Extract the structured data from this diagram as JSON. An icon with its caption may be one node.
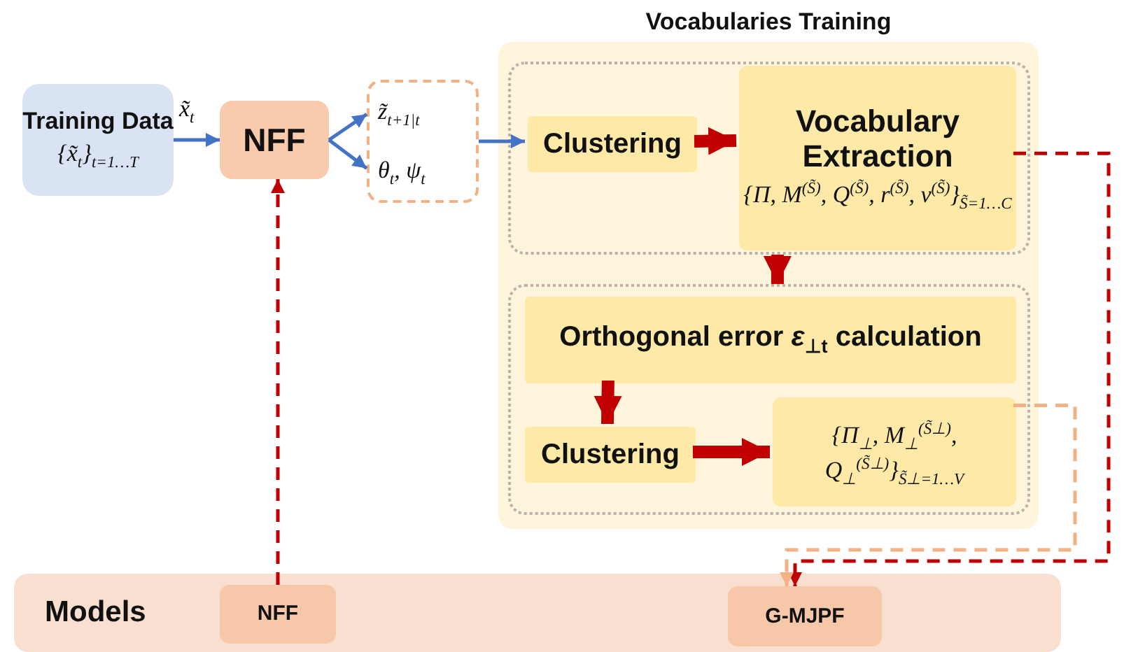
{
  "diagram": {
    "nodes": [
      {
        "text": [
          "Training Data",
          "{x̃$_{t}$}$_{t=1…T}$"
        ]
      },
      {
        "text": [
          "NFF"
        ]
      },
      {
        "text": [
          "z̃$_{t+1|t}$",
          "θ$_{t}$, ψ$_{t}$"
        ]
      },
      {
        "text": [
          "Vocabularies Training"
        ]
      },
      {
        "text": [],
        "shape": "box",
        "in": 3
      },
      {
        "text": [
          "Clustering"
        ],
        "in": 4
      },
      {
        "text": [
          "Vocabulary Extraction",
          "{Π, M$^{(S̃)}$, Q$^{(S̃)}$, r$^{(S̃)}$, v$^{(S̃)}$}$_{S̃=1…C}$"
        ],
        "in": 4
      },
      {
        "text": [],
        "shape": "box",
        "in": 3
      },
      {
        "text": [
          "Orthogonal error *ε*$_{⊥t}$ calculation"
        ],
        "in": 7
      },
      {
        "text": [
          "Clustering"
        ],
        "in": 7
      },
      {
        "text": [
          "{Π$_{⊥}$, M$_{⊥}$$^{(S̃⊥)}$, Q$_{⊥}$$^{(S̃⊥)}$}$_{S̃⊥=1…V}$"
        ],
        "in": 7
      },
      {
        "text": [
          "Models"
        ]
      },
      {
        "text": [
          "NFF"
        ],
        "in": 11
      },
      {
        "text": [
          "G-MJPF"
        ],
        "in": 11
      }
    ],
    "edges": [
      {
        "from": 0,
        "to": 1,
        "arrow": "to",
        "label": "x̃$_{t}$",
        "color": "#4472c4"
      },
      {
        "from": 1,
        "to": 2,
        "arrow": "to",
        "color": "#4472c4"
      },
      {
        "from": 1,
        "to": 2,
        "arrow": "to",
        "color": "#4472c4"
      },
      {
        "from": 2,
        "to": 5,
        "arrow": "to",
        "color": "#4472c4"
      },
      {
        "from": 5,
        "to": 6,
        "arrow": "to",
        "style": "thick"
      },
      {
        "from": 4,
        "to": 7,
        "arrow": "to",
        "style": "thick"
      },
      {
        "from": 8,
        "to": 9,
        "arrow": "to",
        "style": "thick"
      },
      {
        "from": 9,
        "to": 10,
        "arrow": "to",
        "style": "thick"
      },
      {
        "from": 6,
        "to": 13,
        "arrow": "to",
        "style": "dashed"
      },
      {
        "from": 10,
        "to": 13,
        "arrow": "to",
        "style": "dashed",
        "color": "#f4b183"
      },
      {
        "from": 12,
        "to": 1,
        "arrow": "to",
        "style": "dashed"
      }
    ]
  }
}
